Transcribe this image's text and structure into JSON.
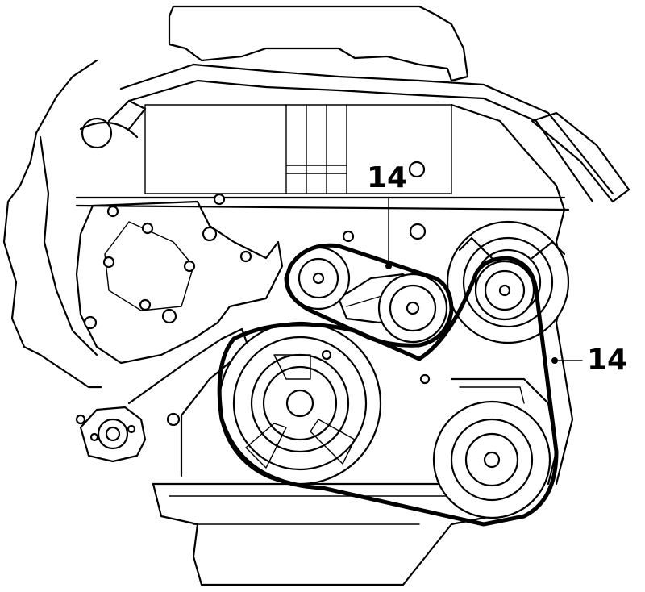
{
  "callouts": [
    {
      "id": "belt-callout-upper",
      "text": "14"
    },
    {
      "id": "belt-callout-right",
      "text": "14"
    }
  ],
  "colors": {
    "ink": "#000000",
    "paper": "#ffffff"
  }
}
